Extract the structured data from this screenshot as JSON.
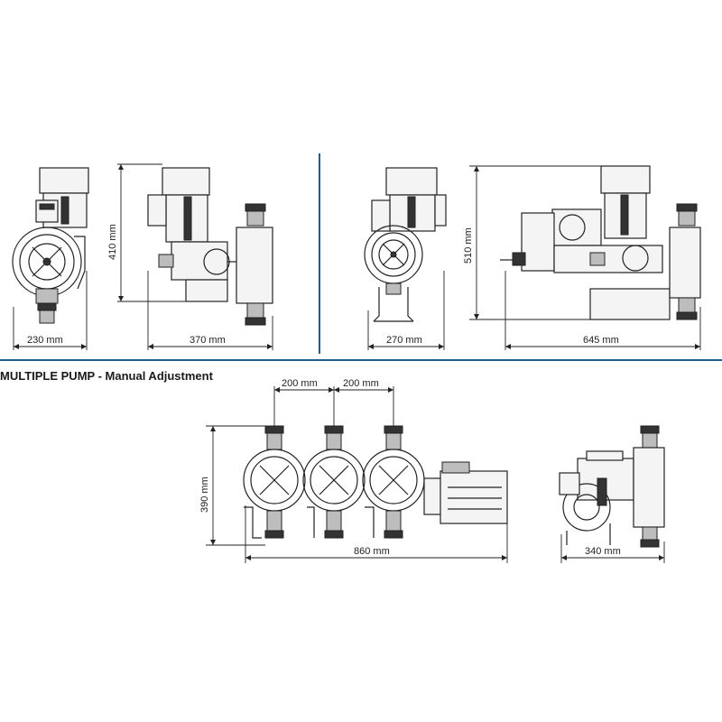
{
  "section": {
    "title": "MULTIPLE PUMP - Manual Adjustment"
  },
  "dimensions": {
    "pump1_width": "230 mm",
    "pump1_height": "410 mm",
    "pump1_length": "370 mm",
    "pump2_width": "270 mm",
    "pump2_height": "510 mm",
    "pump2_length": "645 mm",
    "multi_spacing_a": "200 mm",
    "multi_spacing_b": "200 mm",
    "multi_height": "390 mm",
    "multi_length": "860 mm",
    "multi_side_width": "340 mm"
  },
  "colors": {
    "divider": "#1f5d8f",
    "line": "#222222"
  }
}
